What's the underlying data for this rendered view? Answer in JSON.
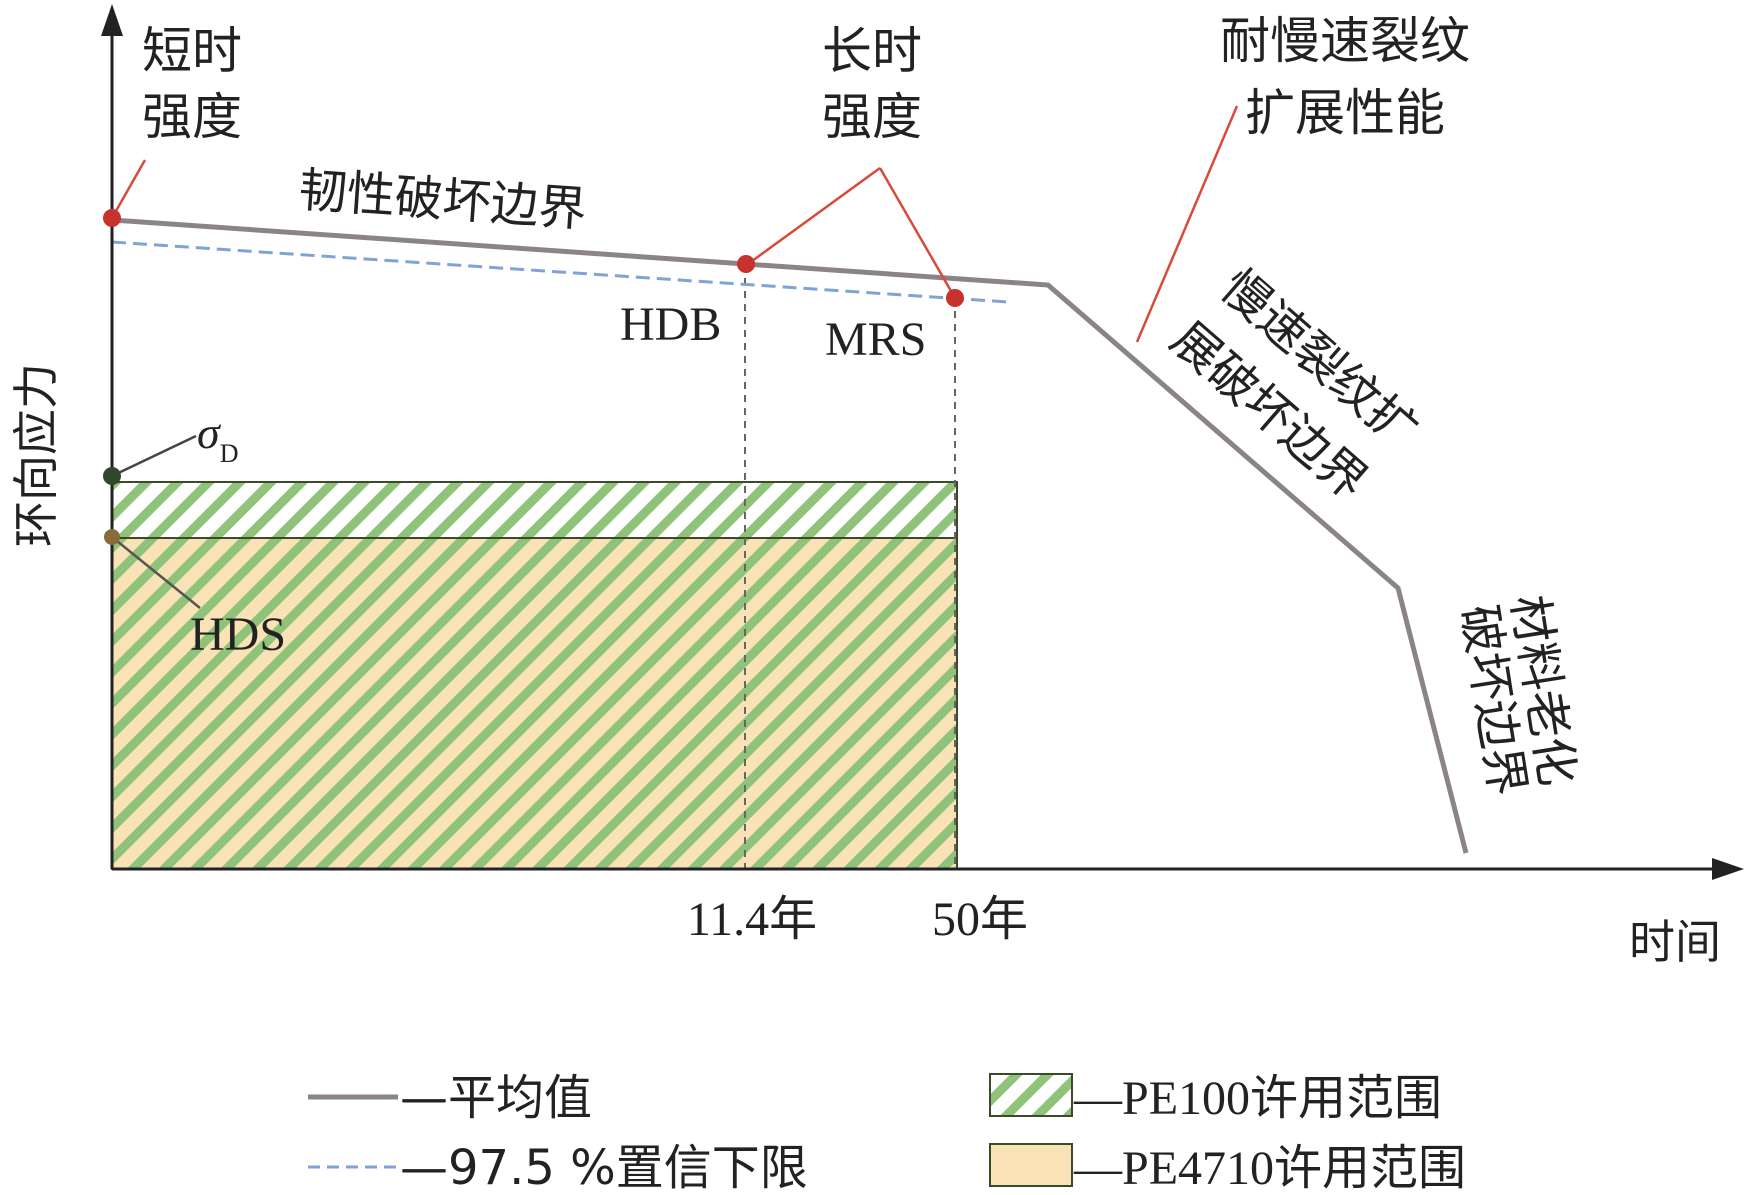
{
  "axes": {
    "y_label": "环向应力",
    "x_label": "时间",
    "x_ticks": [
      "11.4年",
      "50年"
    ]
  },
  "labels": {
    "short_term_line1": "短时",
    "short_term_line2": "强度",
    "long_term_line1": "长时",
    "long_term_line2": "强度",
    "scg_line1": "耐慢速裂纹",
    "scg_line2": "扩展性能",
    "ductile": "韧性破坏边界",
    "hdb": "HDB",
    "mrs": "MRS",
    "sigma_symbol": "σ",
    "sigma_sub": "D",
    "hds": "HDS",
    "slow_crack_line1": "慢速裂纹扩",
    "slow_crack_line2": "展破坏边界",
    "aging_line1": "材料老化",
    "aging_line2": "破坏边界"
  },
  "legend": {
    "mean": "—平均值",
    "lower_limit": "—97.5 %置信下限",
    "pe100": "—PE100许用范围",
    "pe4710": "—PE4710许用范围"
  },
  "colors": {
    "mean_line": "#8a8489",
    "lower_limit_line": "#7fa3d6",
    "point_red": "#c8322c",
    "pointer_red": "#d84a3a",
    "hatch_green": "#8fc37a",
    "fill_tan": "#f9e2b5",
    "sigma_dot": "#2e4a2a",
    "hds_dot": "#8b6a3a"
  }
}
